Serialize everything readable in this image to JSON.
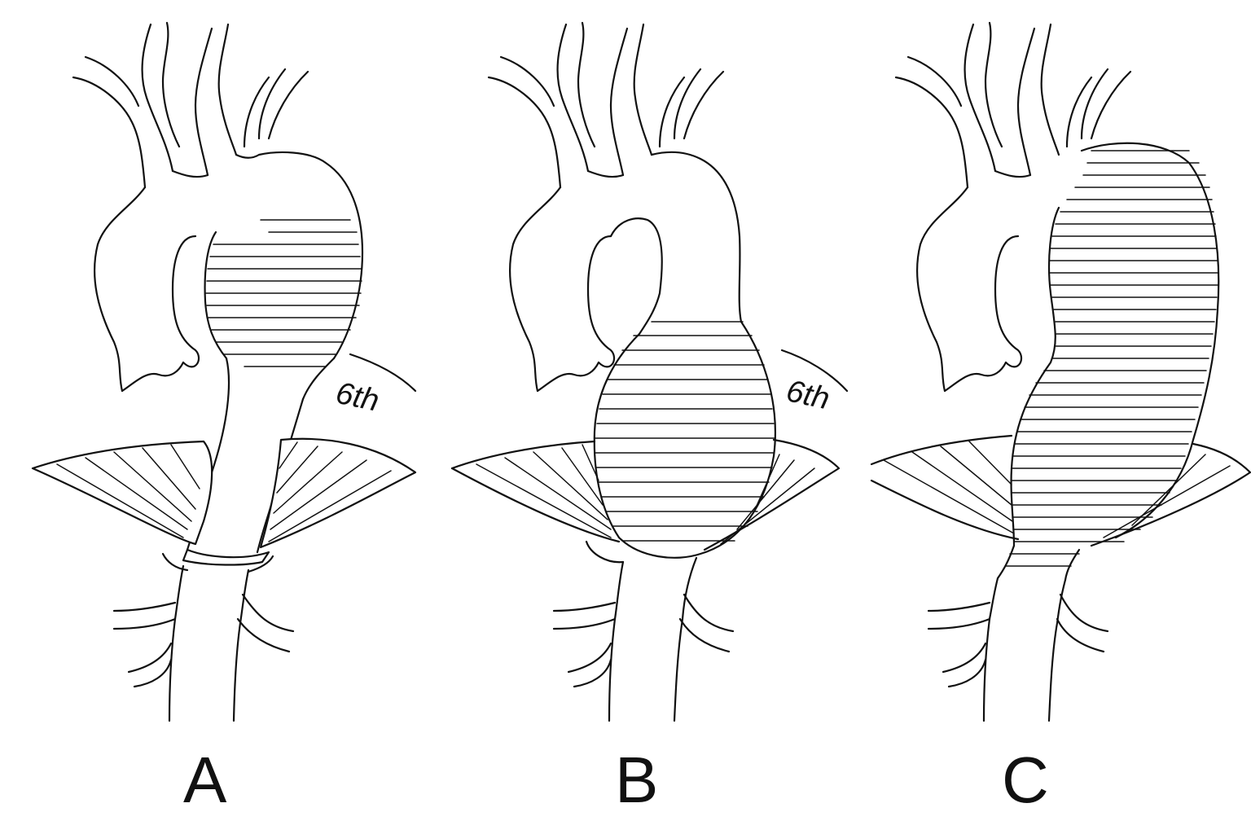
{
  "panels": [
    {
      "letter": "A",
      "rib_label": "6th"
    },
    {
      "letter": "B",
      "rib_label": "6th"
    },
    {
      "letter": "C",
      "rib_label": ""
    }
  ],
  "colors": {
    "ink": "#111111",
    "background": "#ffffff"
  }
}
